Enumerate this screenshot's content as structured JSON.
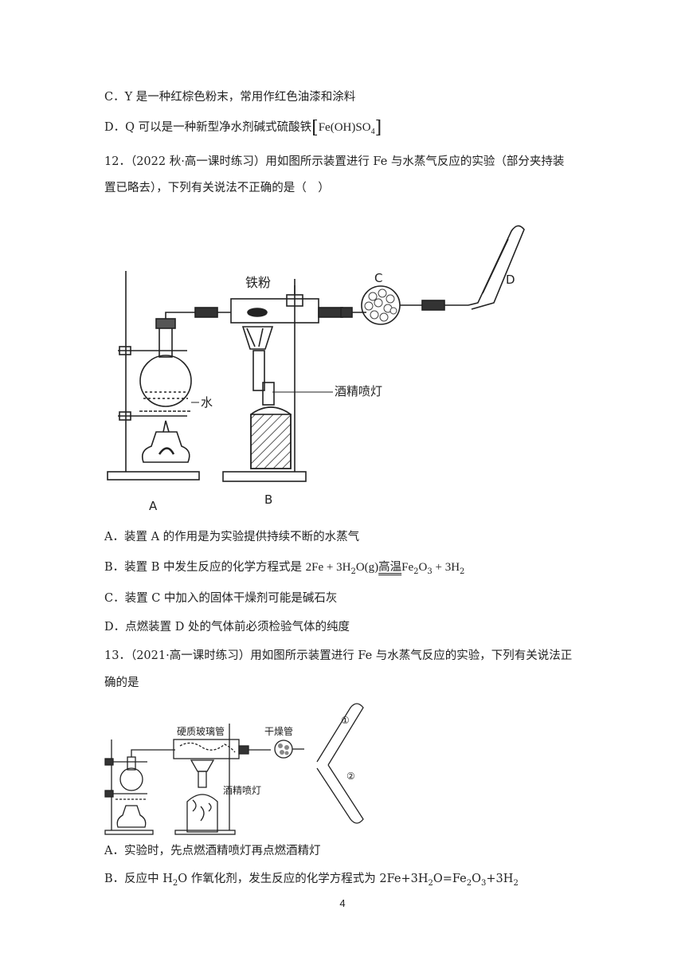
{
  "lines": {
    "q11c": "C．Y 是一种红棕色粉末，常用作红色油漆和涂料",
    "q11d_prefix": "D．Q 可以是一种新型净水剂碱式硫酸铁",
    "q11d_formula": "Fe(OH)SO",
    "q11d_sub": "4",
    "q12_stem1": "12．（2022 秋·高一课时练习）用如图所示装置进行 Fe 与水蒸气反应的实验（部分夹持装",
    "q12_stem2": "置已略去），下列有关说法不正确的是（　）",
    "q12_a": "A．装置 A 的作用是为实验提供持续不断的水蒸气",
    "q12_b_prefix": "B．装置 B 中发生反应的化学方程式是 ",
    "q12_b_eq_left": "2Fe + 3H",
    "q12_b_eq_mid": "O(g)",
    "q12_b_cond": "高温",
    "q12_b_eq_right1": "Fe",
    "q12_b_eq_right2": "O",
    "q12_b_eq_right3": " + 3H",
    "q12_c": "C．装置 C 中加入的固体干燥剂可能是碱石灰",
    "q12_d": "D．点燃装置 D 处的气体前必须检验气体的纯度",
    "q13_stem1": "13．（2021·高一课时练习）用如图所示装置进行 Fe 与水蒸气反应的实验，下列有关说法正",
    "q13_stem2": "确的是",
    "q13_a": "A．实验时，先点燃酒精喷灯再点燃酒精灯",
    "q13_b_prefix": "B．反应中 H",
    "q13_b_mid": "O 作氧化剂，发生反应的化学方程式为 2Fe+3H",
    "q13_b_mid2": "O=Fe",
    "q13_b_mid3": "O",
    "q13_b_end": "+3H"
  },
  "figure1": {
    "label_iron": "铁粉",
    "label_c": "C",
    "label_d": "D",
    "label_water": "水",
    "label_lamp": "酒精喷灯",
    "label_a": "A",
    "label_b": "B"
  },
  "figure2": {
    "label_tube": "硬质玻璃管",
    "label_dryer": "干燥管",
    "label_lamp": "酒精喷灯",
    "label_1": "①",
    "label_2": "②"
  },
  "page_number": "4"
}
